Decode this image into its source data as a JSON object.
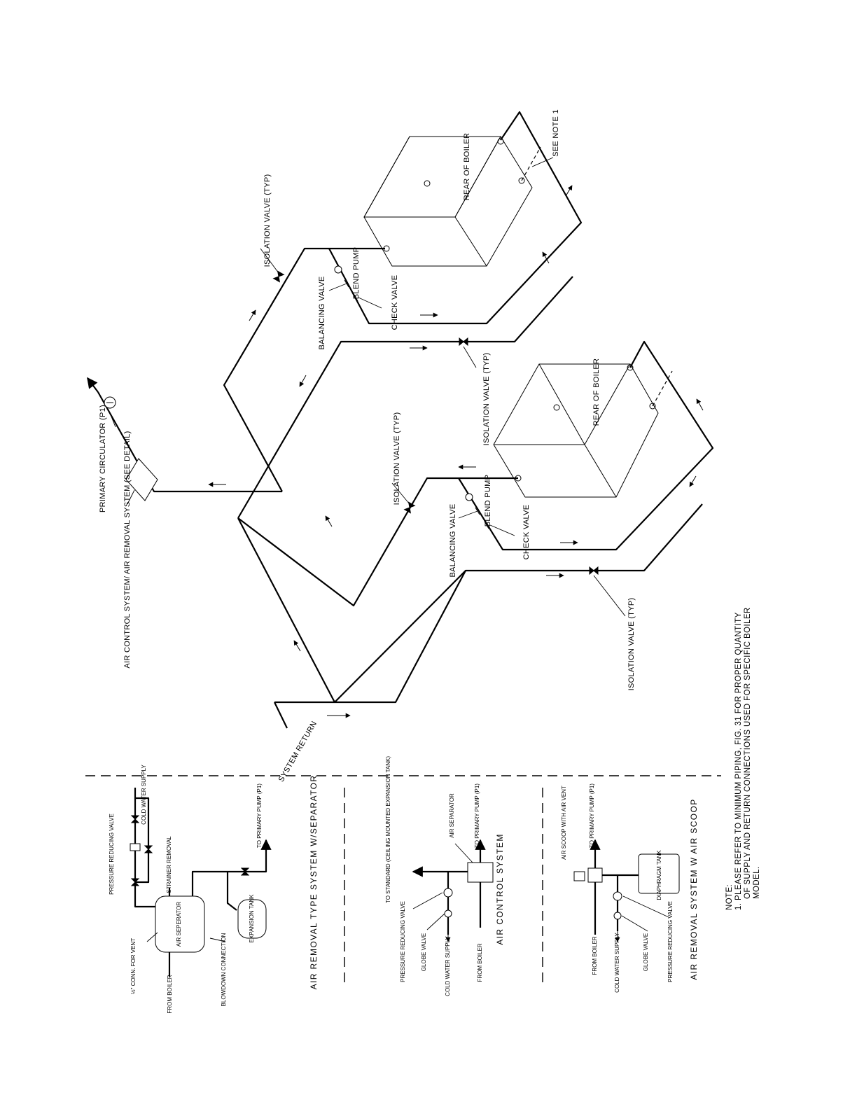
{
  "labels": {
    "isolation_valve": "ISOLATION VALVE (TYP)",
    "rear_of_boiler": "REAR OF BOILER",
    "see_note": "SEE NOTE 1",
    "blend_pump": "BLEND PUMP",
    "balancing_valve": "BALANCING VALVE",
    "check_valve": "CHECK VALVE",
    "primary_circulator": "PRIMARY CIRCULATOR (P1)",
    "air_control_system": "AIR CONTROL SYSTEM/ AIR REMOVAL SYSTEM (SEE DETAIL)",
    "system_return": "SYSTEM RETURN"
  },
  "detail_separator": {
    "title": "AIR REMOVAL TYPE SYSTEM W/SEPARATOR",
    "pressure_reducing_valve": "PRESSURE REDUCING VALVE",
    "cold_water_supply": "COLD WATER SUPPLY",
    "strainer_removal": "STRAINER REMOVAL",
    "air_separator": "AIR SEPERATOR",
    "to_primary_pump": "TO PRIMARY PUMP (P1)",
    "expansion_tank": "EXPANSION TANK",
    "conn_for_vent": "½\" CONN. FOR VENT",
    "from_boiler": "FROM BOILER",
    "blowdown_connection": "BLOWDOWN CONNECTION"
  },
  "detail_control": {
    "title": "AIR CONTROL SYSTEM",
    "to_standard": "TO STANDARD (CEILING MOUNTED EXPANSION TANK)",
    "air_separator": "AIR SEPARATOR",
    "to_primary_pump": "TO PRIMARY PUMP (P1)",
    "pressure_reducing_valve": "PRESSURE REDUCING VALVE",
    "globe_valve": "GLOBE VALVE",
    "cold_water_supply": "COLD WATER SUPPLY",
    "from_boiler": "FROM BOILER"
  },
  "detail_scoop": {
    "title": "AIR REMOVAL SYSTEM W AIR SCOOP",
    "air_scoop": "AIR SCOOP WITH AIR VENT",
    "to_primary_pump": "TO PRIMARY PUMP (P1)",
    "diaphragm_tank": "DIAPHRAGM TANK",
    "from_boiler": "FROM BOILER",
    "cold_water_supply": "COLD WATER SUPPLY",
    "globe_valve": "GLOBE VALVE",
    "pressure_reducing_valve": "PRESSURE REDUCING VALVE"
  },
  "note": {
    "heading": "NOTE:",
    "line1": "1. PLEASE REFER TO MINIMUM PIPING, FIG. 31 FOR PROPER QUANTITY",
    "line2": "OF SUPPLY AND RETURN CONNECTIONS USED FOR SPECIFIC BOILER",
    "line3": "MODEL."
  }
}
